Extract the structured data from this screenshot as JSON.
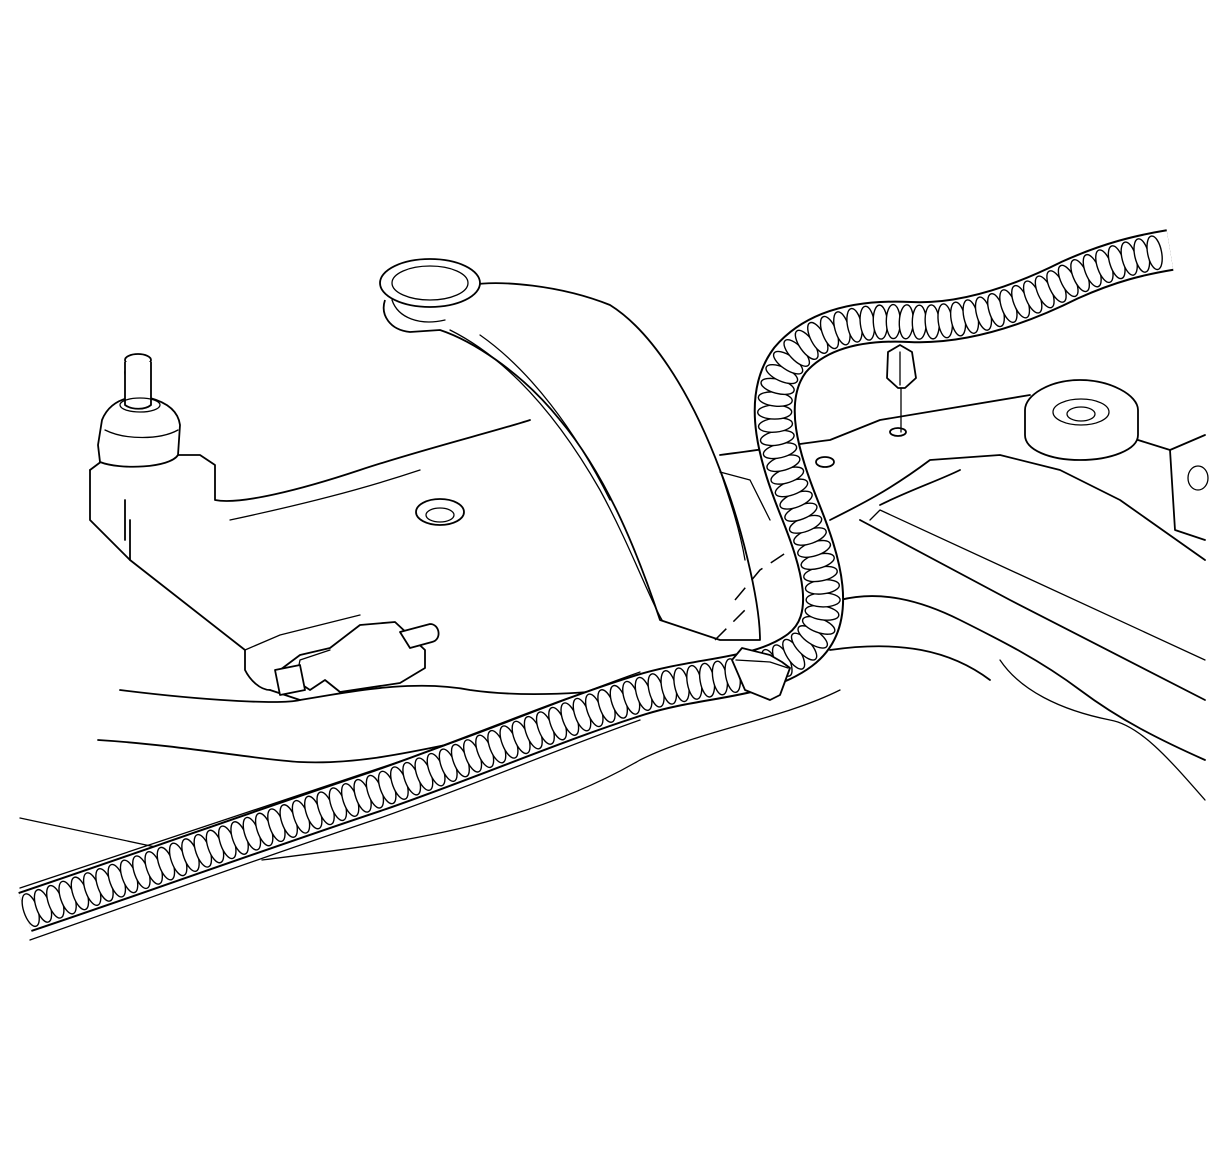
{
  "figure": {
    "type": "line-art illustration",
    "colors": {
      "line": "#000000",
      "background": "#ffffff"
    },
    "components": [
      "ball-joint",
      "lower-control-arm",
      "stabilizer-link-mount",
      "crossmember",
      "strut-mount",
      "convoluted-conduit-harness",
      "push-pin-retainer",
      "harness-clip",
      "callout-leader"
    ],
    "texts": []
  }
}
